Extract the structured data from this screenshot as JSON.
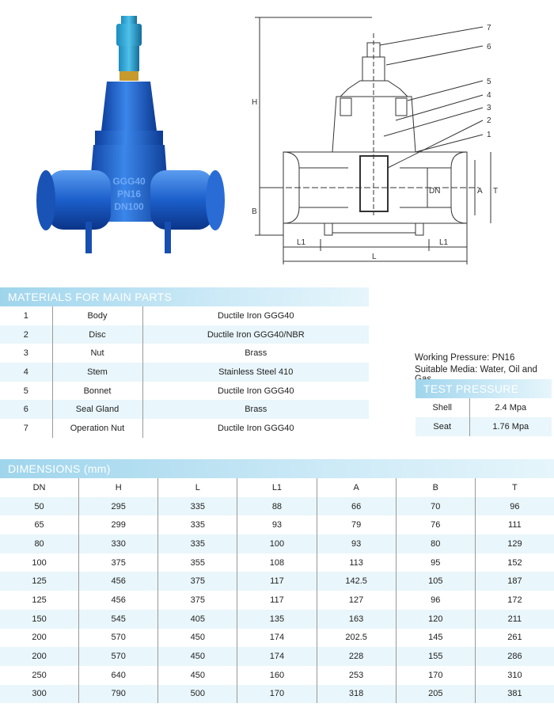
{
  "photo": {
    "body_text": [
      "GGG40",
      "PN16",
      "DN100"
    ]
  },
  "drawing": {
    "part_labels": [
      "7",
      "6",
      "5",
      "4",
      "3",
      "2",
      "1"
    ],
    "dim_labels": {
      "H": "H",
      "B": "B",
      "DN": "DN",
      "A": "A",
      "T": "T",
      "L": "L",
      "L1_left": "L1",
      "L1_right": "L1"
    }
  },
  "materials": {
    "title": "MATERIALS FOR MAIN PARTS",
    "rows": [
      [
        "1",
        "Body",
        "Ductile Iron GGG40"
      ],
      [
        "2",
        "Disc",
        "Ductile Iron GGG40/NBR"
      ],
      [
        "3",
        "Nut",
        "Brass"
      ],
      [
        "4",
        "Stem",
        "Stainless Steel 410"
      ],
      [
        "5",
        "Bonnet",
        "Ductile Iron GGG40"
      ],
      [
        "6",
        "Seal Gland",
        "Brass"
      ],
      [
        "7",
        "Operation Nut",
        "Ductile Iron GGG40"
      ]
    ]
  },
  "specs": {
    "working_pressure": "Working Pressure: PN16",
    "media": "Suitable Media: Water, Oil and Gas"
  },
  "test_pressure": {
    "title": "TEST PRESSURE",
    "rows": [
      [
        "Shell",
        "2.4 Mpa"
      ],
      [
        "Seat",
        "1.76 Mpa"
      ]
    ]
  },
  "dimensions": {
    "title": "DIMENSIONS (mm)",
    "headers": [
      "DN",
      "H",
      "L",
      "L1",
      "A",
      "B",
      "T"
    ],
    "rows": [
      [
        "50",
        "295",
        "335",
        "88",
        "66",
        "70",
        "96"
      ],
      [
        "65",
        "299",
        "335",
        "93",
        "79",
        "76",
        "111"
      ],
      [
        "80",
        "330",
        "335",
        "100",
        "93",
        "80",
        "129"
      ],
      [
        "100",
        "375",
        "355",
        "108",
        "113",
        "95",
        "152"
      ],
      [
        "125",
        "456",
        "375",
        "117",
        "142.5",
        "105",
        "187"
      ],
      [
        "125",
        "456",
        "375",
        "117",
        "127",
        "96",
        "172"
      ],
      [
        "150",
        "545",
        "405",
        "135",
        "163",
        "120",
        "211"
      ],
      [
        "200",
        "570",
        "450",
        "174",
        "202.5",
        "145",
        "261"
      ],
      [
        "200",
        "570",
        "450",
        "174",
        "228",
        "155",
        "286"
      ],
      [
        "250",
        "640",
        "450",
        "160",
        "253",
        "170",
        "310"
      ],
      [
        "300",
        "790",
        "500",
        "170",
        "318",
        "205",
        "381"
      ]
    ]
  },
  "colors": {
    "band": "#9fd5ec",
    "stripe": "#e9f6fb",
    "valve_blue": "#1f62c9"
  }
}
